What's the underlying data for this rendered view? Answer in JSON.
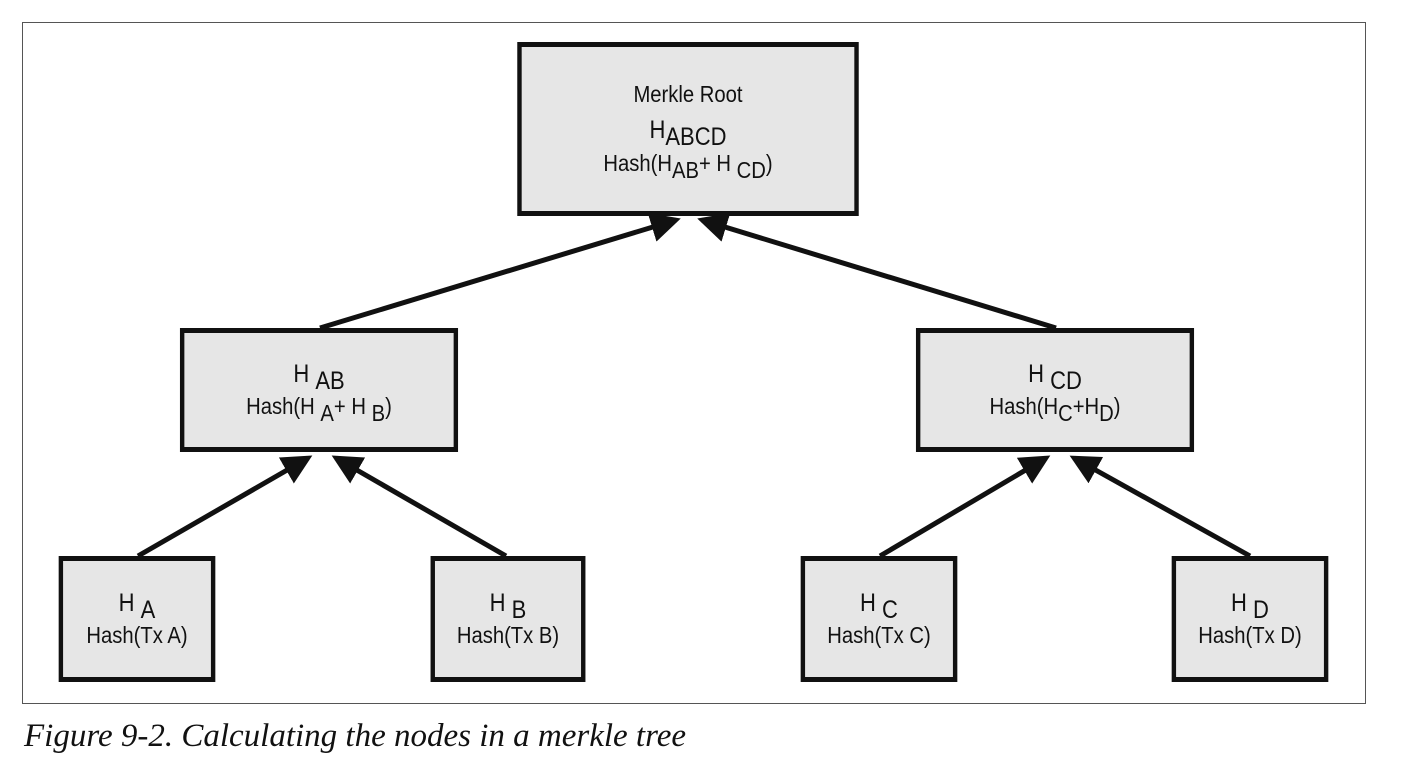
{
  "caption": "Figure 9-2. Calculating the nodes in a merkle tree",
  "colors": {
    "node_fill": "#e6e6e6",
    "node_border": "#111111",
    "arrow": "#111111"
  },
  "nodes": {
    "root": {
      "title": "Merkle Root",
      "h": "H",
      "h_sub": "ABCD",
      "formula_pre": "Hash(H",
      "formula_sub1": "AB",
      "formula_mid": "+ H ",
      "formula_sub2": "CD",
      "formula_post": ")"
    },
    "ab": {
      "h": "H ",
      "h_sub": "AB",
      "formula_pre": "Hash(H ",
      "formula_sub1": "A",
      "formula_mid": "+ H ",
      "formula_sub2": "B",
      "formula_post": ")"
    },
    "cd": {
      "h": "H ",
      "h_sub": "CD",
      "formula_pre": "Hash(H",
      "formula_sub1": "C",
      "formula_mid": "+H",
      "formula_sub2": "D",
      "formula_post": ")"
    },
    "a": {
      "h": "H ",
      "h_sub": "A",
      "formula": "Hash(Tx A)"
    },
    "b": {
      "h": "H ",
      "h_sub": "B",
      "formula": "Hash(Tx B)"
    },
    "c": {
      "h": "H ",
      "h_sub": "C",
      "formula": "Hash(Tx C)"
    },
    "d": {
      "h": "H ",
      "h_sub": "D",
      "formula": "Hash(Tx D)"
    }
  }
}
